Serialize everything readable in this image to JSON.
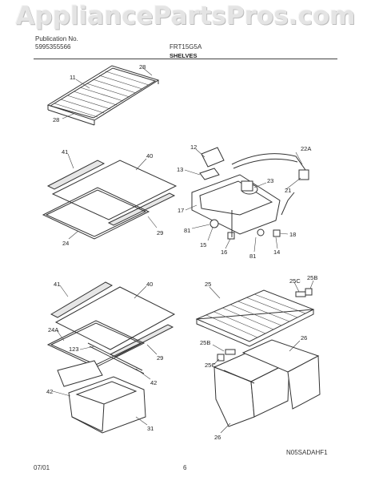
{
  "watermark": "AppliancePartsPros.com",
  "header": {
    "publication_label": "Publication No.",
    "publication_number": "5995355566",
    "model": "FRT15G5A",
    "section_title": "SHELVES"
  },
  "footer": {
    "date": "07/01",
    "page": "6",
    "drawing_code": "N05SADAHF1"
  },
  "callouts": [
    {
      "id": "c28a",
      "label": "28"
    },
    {
      "id": "c11",
      "label": "11"
    },
    {
      "id": "c28b",
      "label": "28"
    },
    {
      "id": "c41a",
      "label": "41"
    },
    {
      "id": "c40a",
      "label": "40"
    },
    {
      "id": "c29a",
      "label": "29"
    },
    {
      "id": "c24",
      "label": "24"
    },
    {
      "id": "c12",
      "label": "12"
    },
    {
      "id": "c22a",
      "label": "22A"
    },
    {
      "id": "c13",
      "label": "13"
    },
    {
      "id": "c23",
      "label": "23"
    },
    {
      "id": "c21",
      "label": "21"
    },
    {
      "id": "c17",
      "label": "17"
    },
    {
      "id": "c81a",
      "label": "81"
    },
    {
      "id": "c15",
      "label": "15"
    },
    {
      "id": "c16",
      "label": "16"
    },
    {
      "id": "c81b",
      "label": "81"
    },
    {
      "id": "c14",
      "label": "14"
    },
    {
      "id": "c18",
      "label": "18"
    },
    {
      "id": "c41b",
      "label": "41"
    },
    {
      "id": "c40b",
      "label": "40"
    },
    {
      "id": "c24a",
      "label": "24A"
    },
    {
      "id": "c123",
      "label": "123"
    },
    {
      "id": "c29b",
      "label": "29"
    },
    {
      "id": "c42a",
      "label": "42"
    },
    {
      "id": "c42b",
      "label": "42"
    },
    {
      "id": "c31",
      "label": "31"
    },
    {
      "id": "c25",
      "label": "25"
    },
    {
      "id": "c25c1",
      "label": "25C"
    },
    {
      "id": "c25b1",
      "label": "25B"
    },
    {
      "id": "c25b2",
      "label": "25B"
    },
    {
      "id": "c25c2",
      "label": "25C"
    },
    {
      "id": "c26a",
      "label": "26"
    },
    {
      "id": "c26b",
      "label": "26"
    }
  ]
}
